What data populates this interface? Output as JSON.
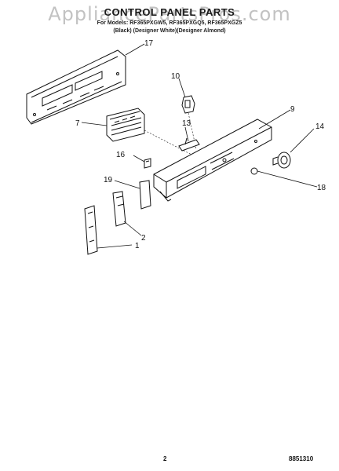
{
  "header": {
    "watermark": "AppliancePartsPros.com",
    "title": "CONTROL PANEL PARTS",
    "subtitle_line1": "For Models: RF365PXGW5, RF365PXGQ5, RF365PXGZ5",
    "subtitle_line2": "(Black)   (Designer White)(Designer Almond)"
  },
  "callouts": [
    "17",
    "10",
    "9",
    "7",
    "13",
    "14",
    "16",
    "18",
    "19",
    "2",
    "1"
  ],
  "footer": {
    "page_number": "2",
    "doc_code": "8851310"
  }
}
